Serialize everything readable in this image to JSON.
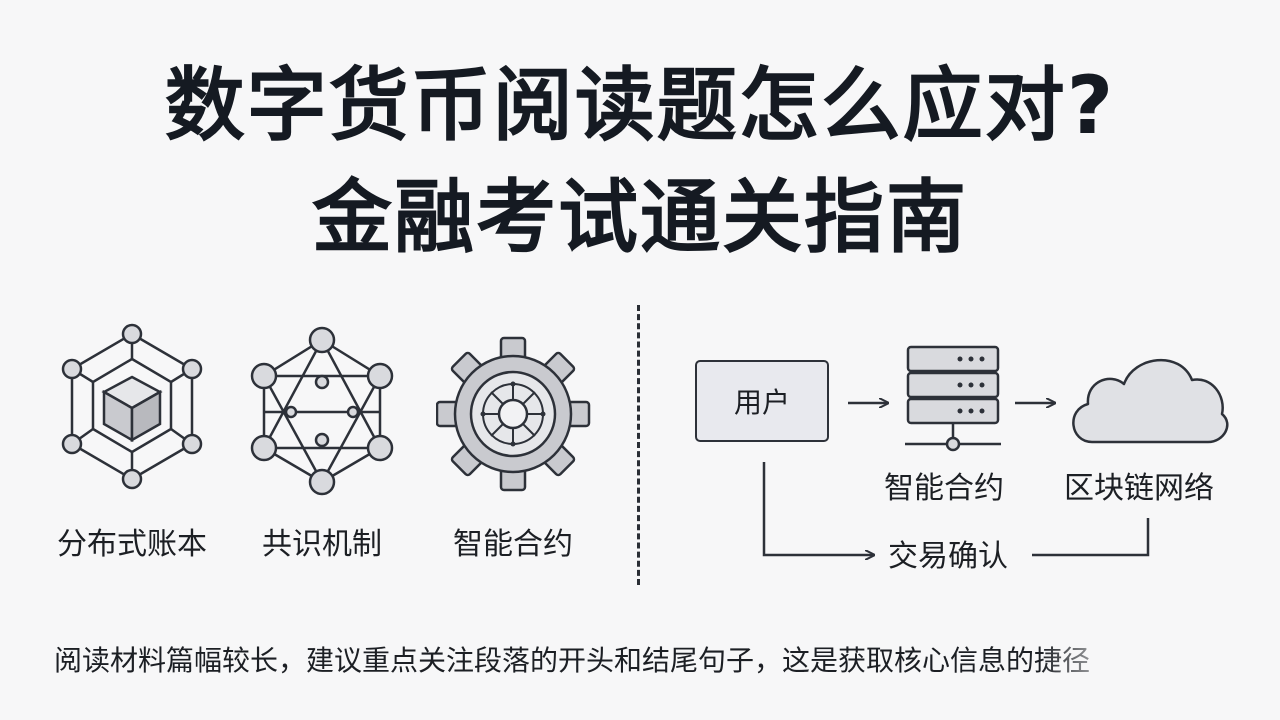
{
  "title": {
    "line1": "数字货币阅读题怎么应对?",
    "line2": "金融考试通关指南"
  },
  "concepts": [
    {
      "label": "分布式账本",
      "icon": "cube-network-icon"
    },
    {
      "label": "共识机制",
      "icon": "node-graph-icon"
    },
    {
      "label": "智能合约",
      "icon": "gear-circuit-icon"
    }
  ],
  "flow": {
    "user": "用户",
    "server_label": "智能合约",
    "cloud_label": "区块链网络",
    "confirm_label": "交易确认",
    "server_icon": "server-stack-icon",
    "cloud_icon": "cloud-icon"
  },
  "caption": "阅读材料篇幅较长，建议重点关注段落的开头和结尾句子，这是获取核心信息的捷径",
  "colors": {
    "ink": "#151a22",
    "line": "#2d3139",
    "fill": "#d9dade",
    "background": "#f7f7f8"
  }
}
